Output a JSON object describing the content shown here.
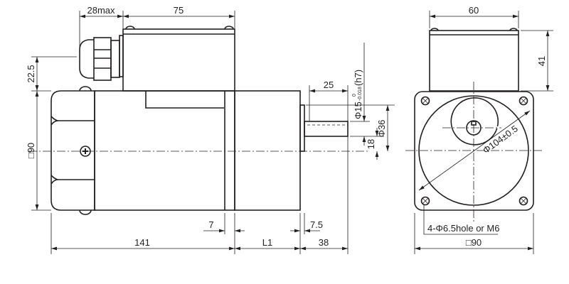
{
  "side_view": {
    "dim_gland": "28max",
    "dim_box_length": "75",
    "dim_box_offset": "22.5",
    "dim_square": "□90",
    "dim_shaft_length": "25",
    "dim_shaft_dia": "Φ15",
    "dim_shaft_tol_upper": "0",
    "dim_shaft_tol_lower": "-0.018",
    "dim_shaft_fit": "(h7)",
    "dim_key": "18",
    "dim_pilot": "Φ36",
    "dim_flange_gap": "7",
    "dim_flange_thk": "7.5",
    "dim_motor_length": "141",
    "dim_gear_length": "L1",
    "dim_shaft_total": "38"
  },
  "front_view": {
    "dim_box_width": "60",
    "dim_box_height": "41",
    "dim_pcd": "Φ104±0.5",
    "hole_label": "4-Φ6.5hole or M6",
    "dim_square": "□90"
  }
}
